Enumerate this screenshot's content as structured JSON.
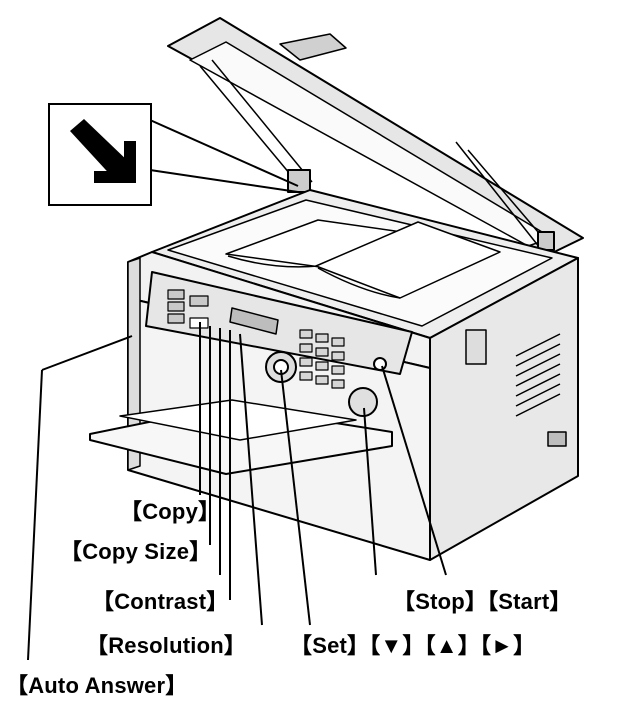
{
  "inset": {
    "icon": "diagonal-arrow-down-right-icon"
  },
  "labels": {
    "copy": "【Copy】",
    "copy_size": "【Copy Size】",
    "contrast": "【Contrast】",
    "resolution": "【Resolution】",
    "set_arrows": "【Set】【▼】【▲】【►】",
    "stop_start": "【Stop】【Start】",
    "auto_answer": "【Auto Answer】"
  },
  "colors": {
    "line": "#000000",
    "body_fill": "#f2f2f2",
    "shade": "#d9d9d9",
    "dark": "#b3b3b3"
  }
}
